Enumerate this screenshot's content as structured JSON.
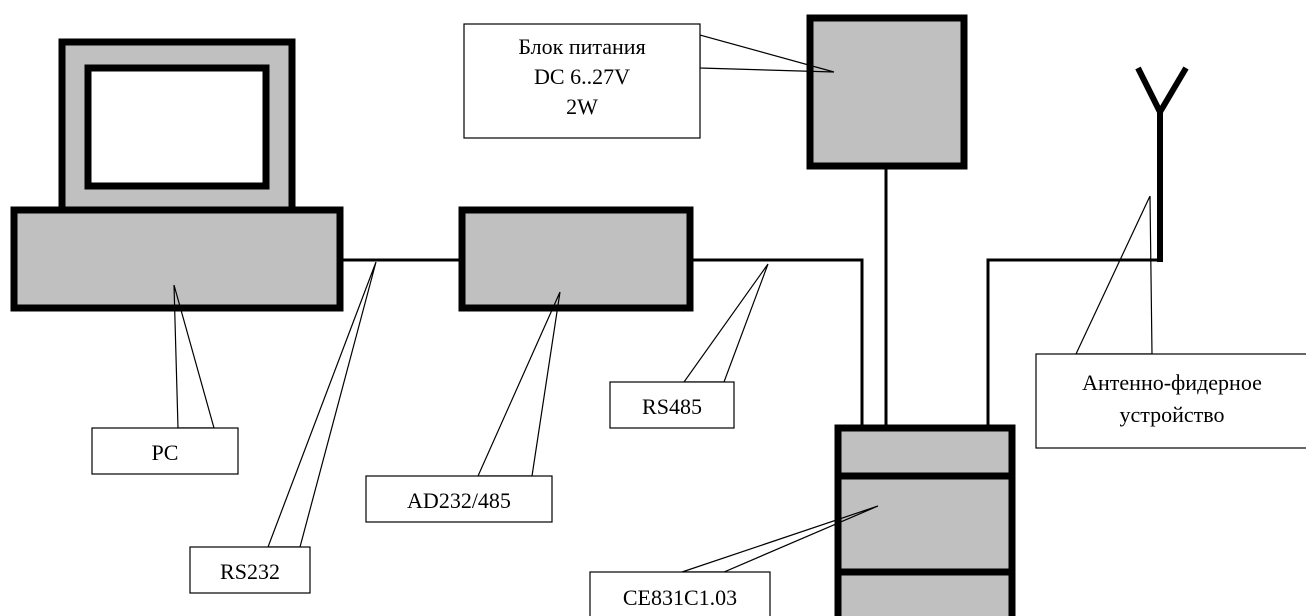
{
  "diagram": {
    "components": [
      {
        "id": "pc",
        "name": "PC"
      },
      {
        "id": "converter",
        "name": "AD232/485"
      },
      {
        "id": "power_supply",
        "name": "Блок питания"
      },
      {
        "id": "device",
        "name": "CE831C1.03"
      },
      {
        "id": "antenna",
        "name": "Антенно-фидерное устройство"
      }
    ],
    "connections": [
      {
        "from": "pc",
        "to": "converter",
        "label": "RS232"
      },
      {
        "from": "converter",
        "to": "device",
        "label": "RS485"
      },
      {
        "from": "power_supply",
        "to": "device",
        "label": ""
      },
      {
        "from": "device",
        "to": "antenna",
        "label": ""
      }
    ]
  },
  "labels": {
    "pc": "PC",
    "rs232": "RS232",
    "ad232": "AD232/485",
    "rs485": "RS485",
    "device": "CE831C1.03",
    "power_line1": "Блок питания",
    "power_line2": "DC 6..27V",
    "power_line3": "2W",
    "antenna_line1": "Антенно-фидерное",
    "antenna_line2": "устройство"
  }
}
